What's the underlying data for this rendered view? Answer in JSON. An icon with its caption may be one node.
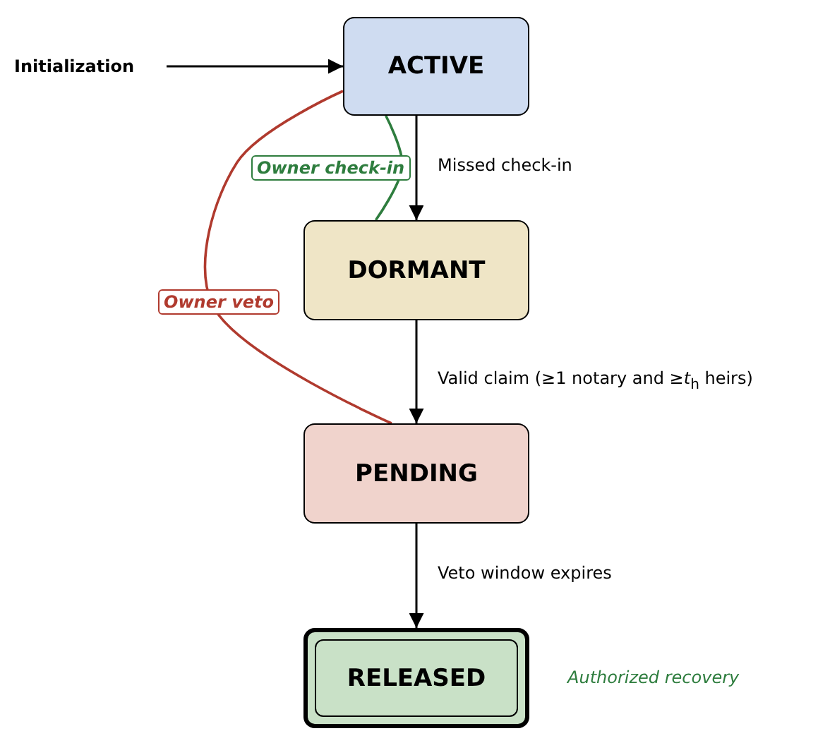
{
  "diagram": {
    "nodes": [
      {
        "text": [
          "Initialization"
        ]
      },
      {
        "text": [
          "ACTIVE"
        ]
      },
      {
        "text": [
          "DORMANT"
        ]
      },
      {
        "text": [
          "PENDING"
        ]
      },
      {
        "text": [
          "RELEASED"
        ],
        "beside": [
          "Authorized recovery"
        ]
      }
    ],
    "edges": [
      {
        "from": 0,
        "to": 1,
        "arrow": "to"
      },
      {
        "from": 1,
        "to": 2,
        "arrow": "to",
        "label": "Missed check-in"
      },
      {
        "from": 2,
        "to": 1,
        "arrow": "none",
        "label": "Owner check-in",
        "color": "#2e7d3e"
      },
      {
        "from": 2,
        "to": 3,
        "arrow": "to",
        "label": "Valid claim (≥1 notary and ≥*t*$_{h}$ heirs)"
      },
      {
        "from": 3,
        "to": 1,
        "arrow": "none",
        "label": "Owner veto",
        "color": "#b03a2e"
      },
      {
        "from": 3,
        "to": 4,
        "arrow": "to",
        "label": "Veto window expires"
      }
    ]
  }
}
